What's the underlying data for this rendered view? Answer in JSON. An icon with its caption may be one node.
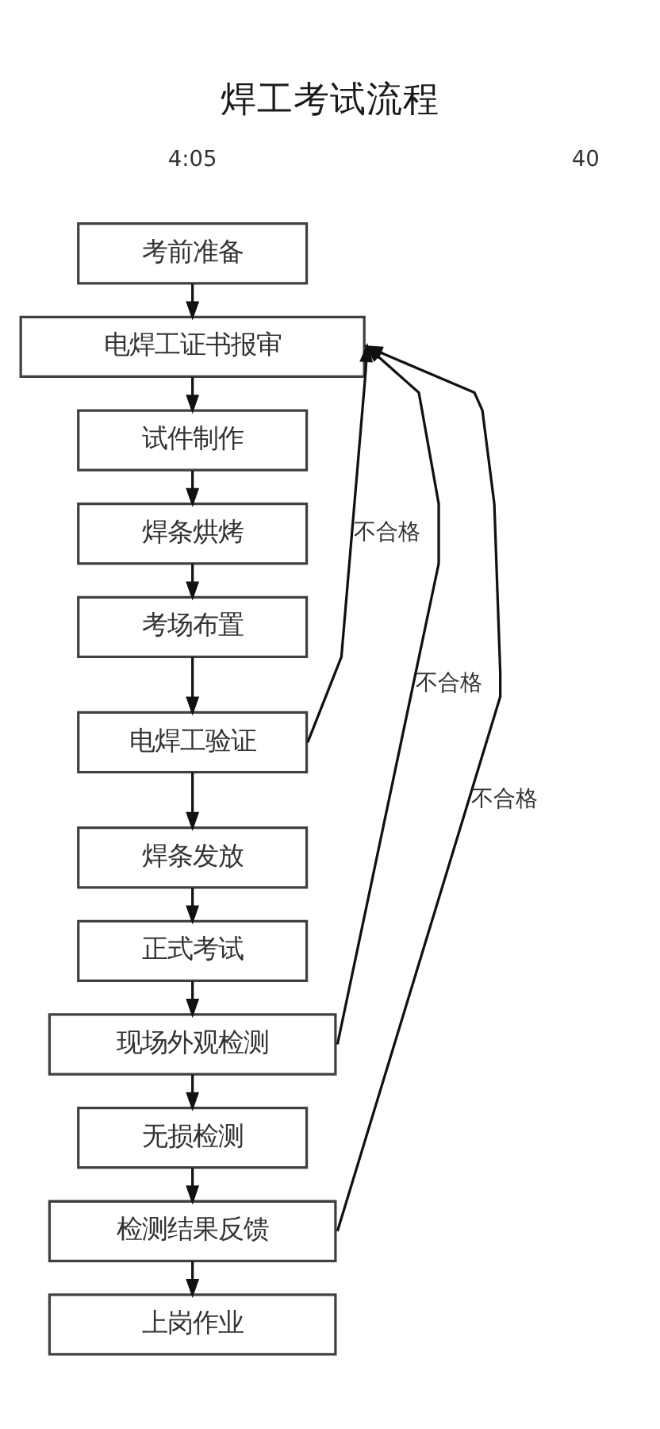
{
  "diagram": {
    "title": "焊工考试流程",
    "nodes": [
      {
        "text": [
          "考前准备"
        ]
      },
      {
        "text": [
          "电焊工证书报审"
        ]
      },
      {
        "text": [
          "试件制作"
        ]
      },
      {
        "text": [
          "焊条烘烤"
        ]
      },
      {
        "text": [
          "考场布置"
        ]
      },
      {
        "text": [
          "电焊工验证"
        ]
      },
      {
        "text": [
          "焊条发放"
        ]
      },
      {
        "text": [
          "正式考试"
        ]
      },
      {
        "text": [
          "现场外观检测"
        ]
      },
      {
        "text": [
          "无损检测"
        ]
      },
      {
        "text": [
          "检测结果反馈"
        ]
      },
      {
        "text": [
          "上岗作业"
        ]
      }
    ],
    "edges": [
      {
        "from": 0,
        "to": 1,
        "arrow": "to"
      },
      {
        "from": 1,
        "to": 2,
        "arrow": "to"
      },
      {
        "from": 2,
        "to": 3,
        "arrow": "to"
      },
      {
        "from": 3,
        "to": 4,
        "arrow": "to"
      },
      {
        "from": 4,
        "to": 5,
        "arrow": "to"
      },
      {
        "from": 5,
        "to": 6,
        "arrow": "to"
      },
      {
        "from": 6,
        "to": 7,
        "arrow": "to"
      },
      {
        "from": 7,
        "to": 8,
        "arrow": "to"
      },
      {
        "from": 8,
        "to": 9,
        "arrow": "to"
      },
      {
        "from": 9,
        "to": 10,
        "arrow": "to"
      },
      {
        "from": 10,
        "to": 11,
        "arrow": "to"
      },
      {
        "from": 5,
        "to": 1,
        "arrow": "to",
        "label": "不合格"
      },
      {
        "from": 8,
        "to": 1,
        "arrow": "to",
        "label": "不合格"
      },
      {
        "from": 10,
        "to": 1,
        "arrow": "to",
        "label": "不合格"
      }
    ],
    "labels": [
      "4:05",
      "40"
    ]
  }
}
